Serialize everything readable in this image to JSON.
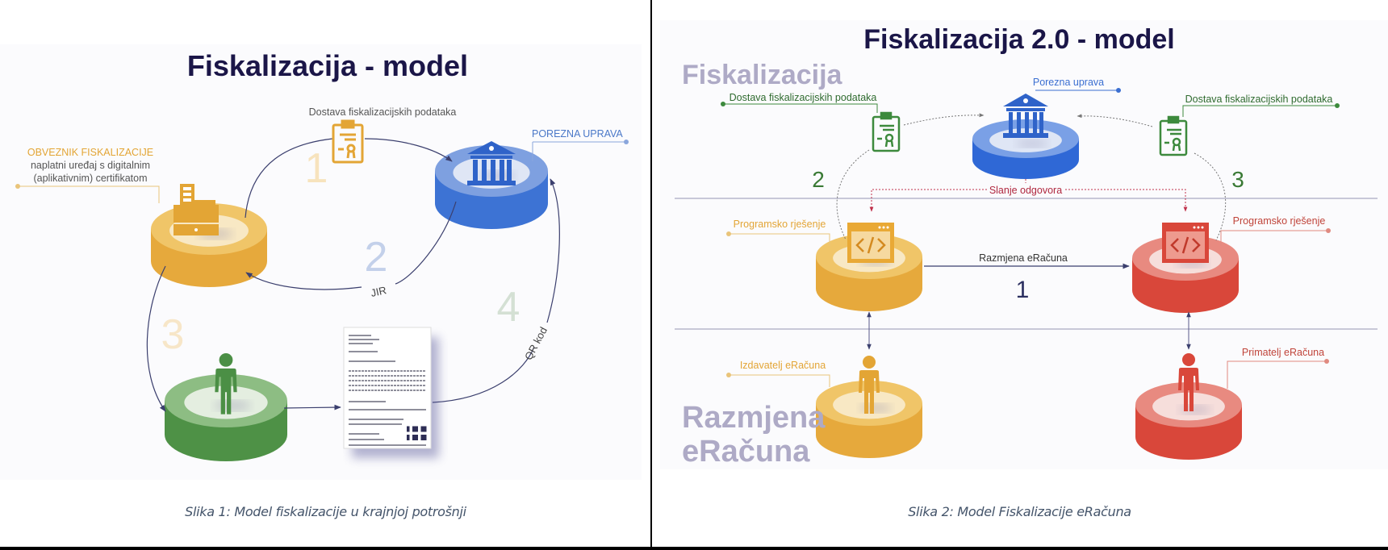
{
  "figure1": {
    "title": "Fiskalizacija - model",
    "delivery_label": "Dostava fiskalizacijskih podataka",
    "tax_authority_label": "POREZNA UPRAVA",
    "obligor_title": "OBVEZNIK FISKALIZACIJE",
    "obligor_line1": "naplatni uređaj s digitalnim",
    "obligor_line2": "(aplikativnim) certifikatom",
    "step1": "1",
    "step2": "2",
    "step3": "3",
    "step4": "4",
    "jir_label": "JIR",
    "qr_label": "QR kod",
    "caption": "Slika 1: Model fiskalizacije u krajnjoj potrošnji"
  },
  "figure2": {
    "title": "Fiskalizacija 2.0 - model",
    "section_fiscal": "Fiskalizacija",
    "section_exchange_line1": "Razmjena",
    "section_exchange_line2": "eRačuna",
    "tax_authority_label": "Porezna uprava",
    "delivery_left": "Dostava fiskalizacijskih podataka",
    "delivery_right": "Dostava fiskalizacijskih podataka",
    "response_label": "Slanje odgovora",
    "software_left": "Programsko rješenje",
    "software_right": "Programsko rješenje",
    "exchange_label": "Razmjena eRačuna",
    "issuer_label": "Izdavatelj eRačuna",
    "recipient_label": "Primatelj eRačuna",
    "step1": "1",
    "step2": "2",
    "step3": "3",
    "caption": "Slika 2: Model Fiskalizacije eRačuna"
  },
  "colors": {
    "title": "#1b1648",
    "yellow": "#e9a935",
    "blue": "#3b6fd1",
    "green": "#4b8f45",
    "red": "#d9473a",
    "section": "#aeaac6"
  }
}
